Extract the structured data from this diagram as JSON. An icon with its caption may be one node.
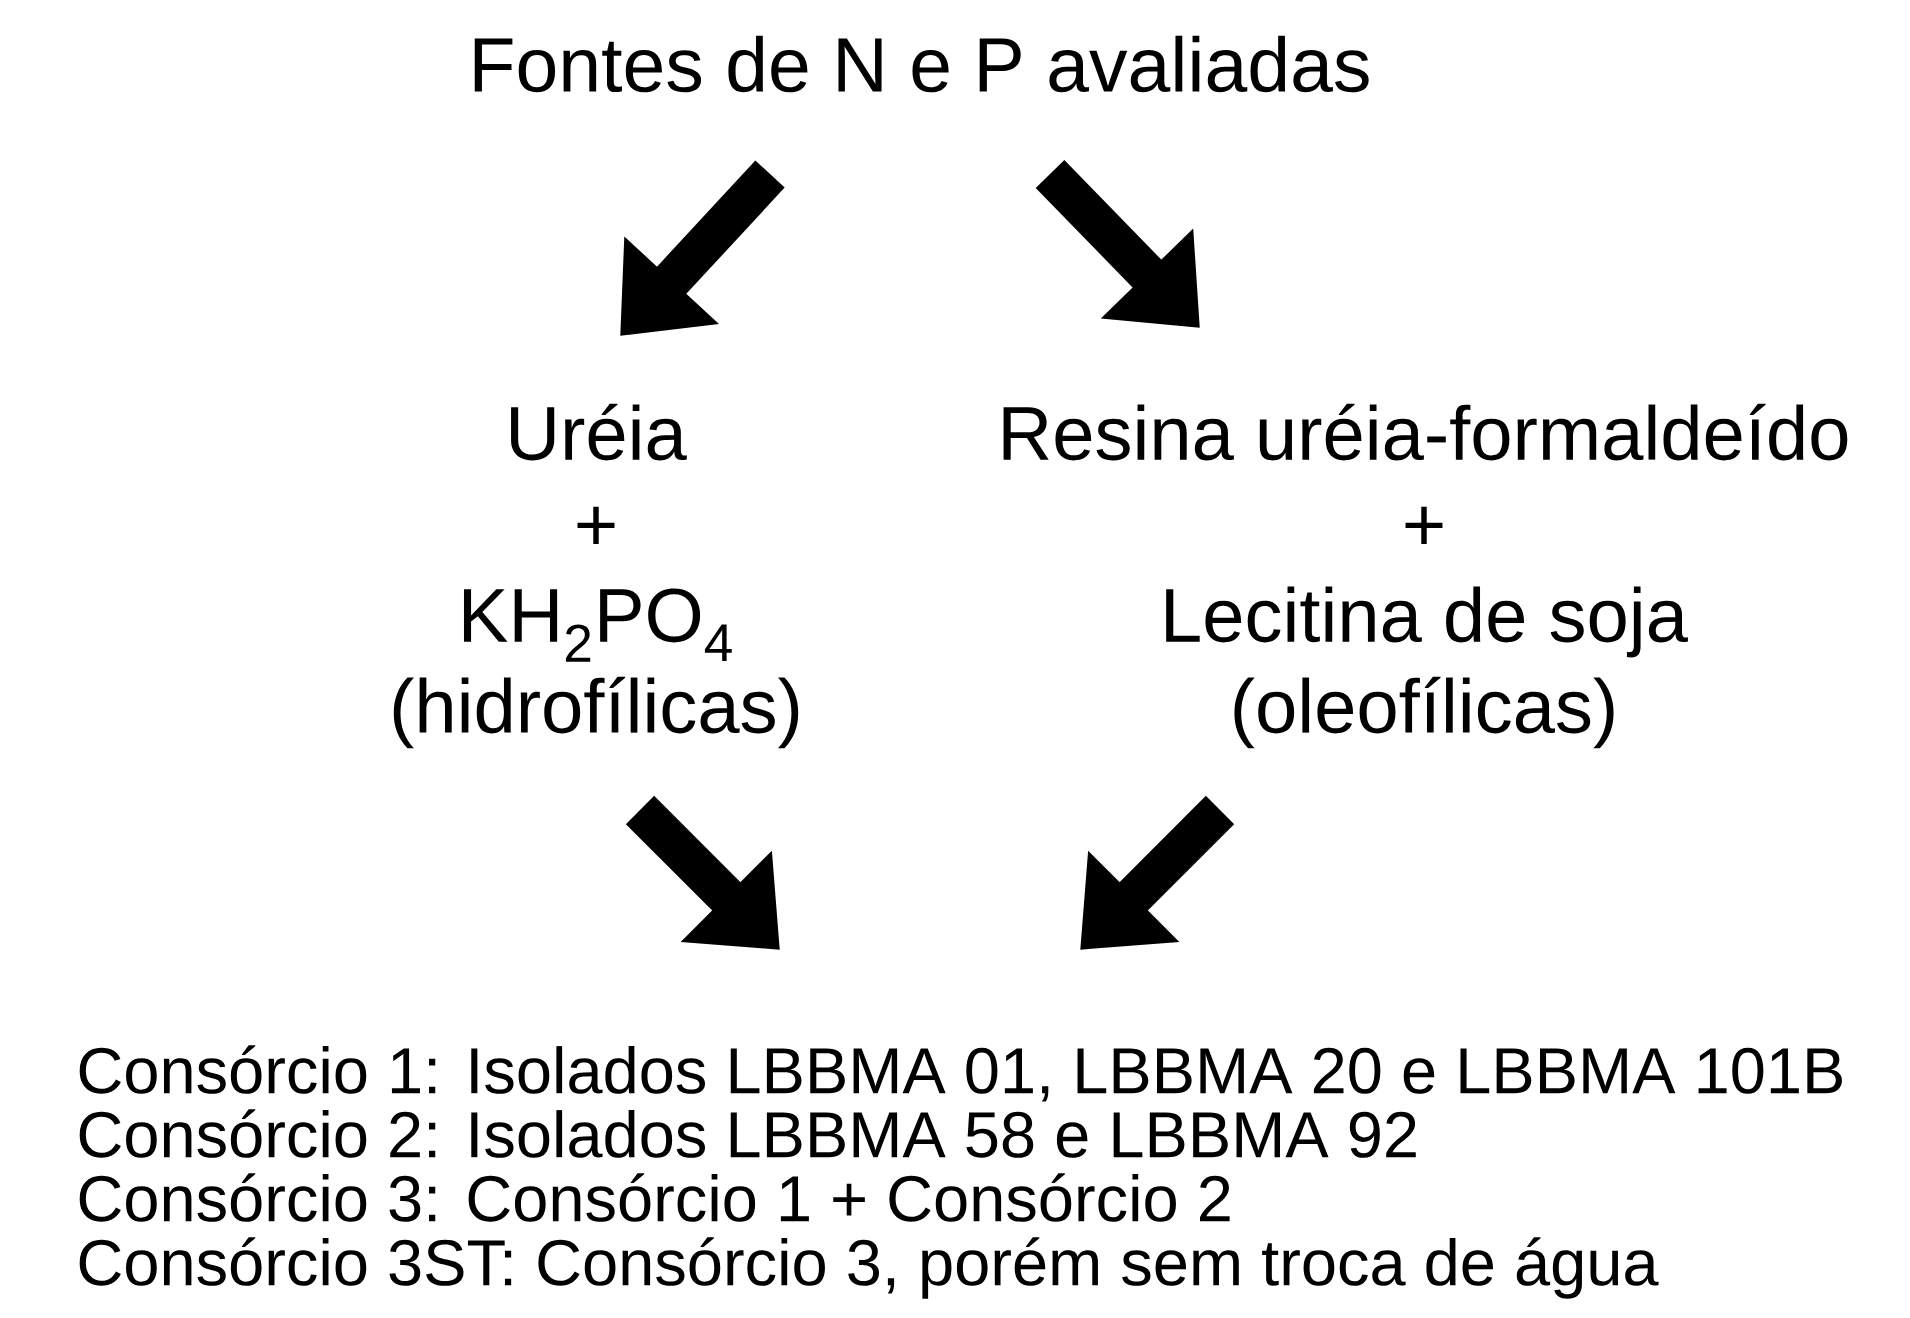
{
  "diagram": {
    "nodes": [
      {
        "text": [
          "Fontes de N e P avaliadas"
        ]
      },
      {
        "text": [
          "Uréia",
          "+",
          "KH$_{2}$PO$_{4}$",
          "(hidrofílicas)"
        ]
      },
      {
        "text": [
          "Resina uréia-formaldeído",
          "+",
          "Lecitina de soja",
          "(oleofílicas)"
        ]
      },
      {
        "text": [
          "Consórcio 1: Isolados LBBMA 01, LBBMA 20 e LBBMA 101B",
          "Consórcio 2: Isolados LBBMA 58 e LBBMA 92",
          "Consórcio 3: Consórcio 1 + Consórcio 2",
          "Consórcio 3ST: Consórcio 3, porém sem troca de água"
        ]
      }
    ],
    "edges": [
      {
        "from": 0,
        "to": 1,
        "arrow": "to"
      },
      {
        "from": 0,
        "to": 2,
        "arrow": "to"
      },
      {
        "from": 1,
        "to": 3,
        "arrow": "to"
      },
      {
        "from": 2,
        "to": 3,
        "arrow": "to"
      }
    ]
  }
}
